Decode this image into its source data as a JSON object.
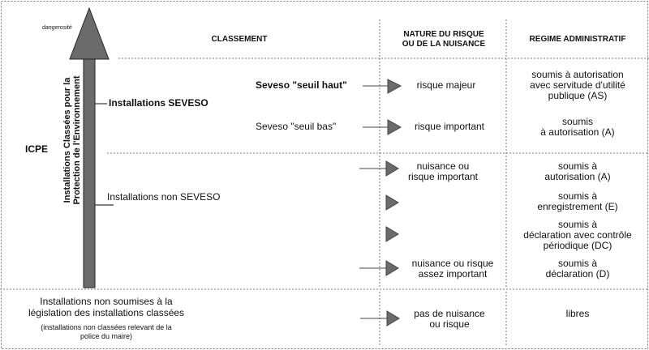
{
  "axis": {
    "label": "dangerosité",
    "icpe": "ICPE",
    "vertical_title_line1": "Installations Classées pour la",
    "vertical_title_line2": "Protection de l'Environnement"
  },
  "headers": {
    "classement": "CLASSEMENT",
    "nature_line1": "NATURE DU RISQUE",
    "nature_line2": "OU DE LA NUISANCE",
    "regime": "REGIME ADMINISTRATIF"
  },
  "seveso": {
    "group_label": "Installations SEVESO",
    "seuil_haut": "Seveso \"seuil haut\"",
    "seuil_bas": "Seveso \"seuil bas\""
  },
  "non_seveso": {
    "group_label": "Installations non SEVESO"
  },
  "non_soumises": {
    "line1": "Installations non soumises à la",
    "line2": "législation des installations classées",
    "note_line1": "(installations non classées relevant de la",
    "note_line2": "police du maire)"
  },
  "rows": [
    {
      "nature": [
        "risque majeur"
      ],
      "regime": [
        "soumis à autorisation",
        "avec servitude d'utilité",
        "publique (AS)"
      ]
    },
    {
      "nature": [
        "risque important"
      ],
      "regime": [
        "soumis",
        "à autorisation (A)"
      ]
    },
    {
      "nature": [
        "nuisance ou",
        "risque important"
      ],
      "regime": [
        "soumis à",
        "autorisation (A)"
      ]
    },
    {
      "nature": [],
      "regime": [
        "soumis à",
        "enregistrement (E)"
      ]
    },
    {
      "nature": [],
      "regime": [
        "soumis à",
        "déclaration avec contrôle",
        "périodique (DC)"
      ]
    },
    {
      "nature": [
        "nuisance ou risque",
        "assez important"
      ],
      "regime": [
        "soumis à",
        "déclaration (D)"
      ]
    },
    {
      "nature": [
        "pas de nuisance",
        "ou risque"
      ],
      "regime": [
        "libres"
      ]
    }
  ],
  "colors": {
    "arrow_fill": "#6b6b6b",
    "line": "#333333",
    "dashed": "#777777"
  }
}
